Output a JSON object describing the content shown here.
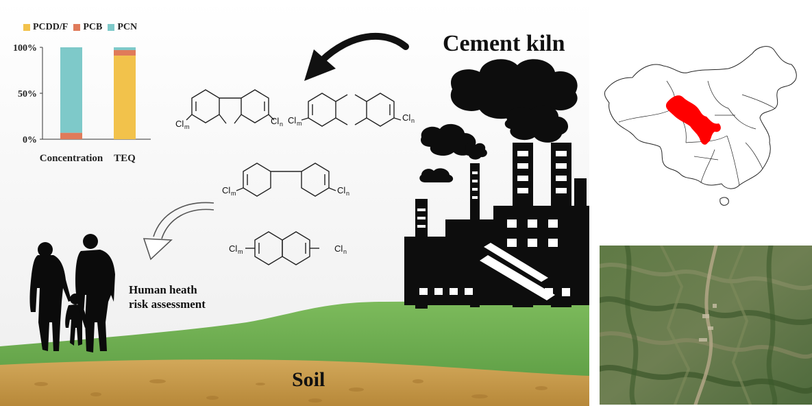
{
  "legend": [
    {
      "label": "PCDD/F",
      "color": "#F2C24B"
    },
    {
      "label": "PCB",
      "color": "#E07B5A"
    },
    {
      "label": "PCN",
      "color": "#7EC9C9"
    }
  ],
  "chart_data": {
    "type": "bar",
    "stacked": true,
    "categories": [
      "Concentration",
      "TEQ"
    ],
    "series": [
      {
        "name": "PCDD/F",
        "values": [
          0,
          91
        ]
      },
      {
        "name": "PCB",
        "values": [
          7,
          6
        ]
      },
      {
        "name": "PCN",
        "values": [
          93,
          3
        ]
      }
    ],
    "yticks": [
      "0%",
      "50%",
      "100%"
    ],
    "ylim": [
      0,
      100
    ]
  },
  "labels": {
    "title": "Cement kiln",
    "soil": "Soil",
    "health_line1": "Human heath",
    "health_line2": "risk assessment"
  },
  "molecules": {
    "cl": "Cl",
    "sub_m": "m",
    "sub_n": "n"
  },
  "colors": {
    "smoke": "#111111",
    "grass": "#6FAE52",
    "soil": "#C79A4E",
    "region_highlight": "#FF0000"
  }
}
